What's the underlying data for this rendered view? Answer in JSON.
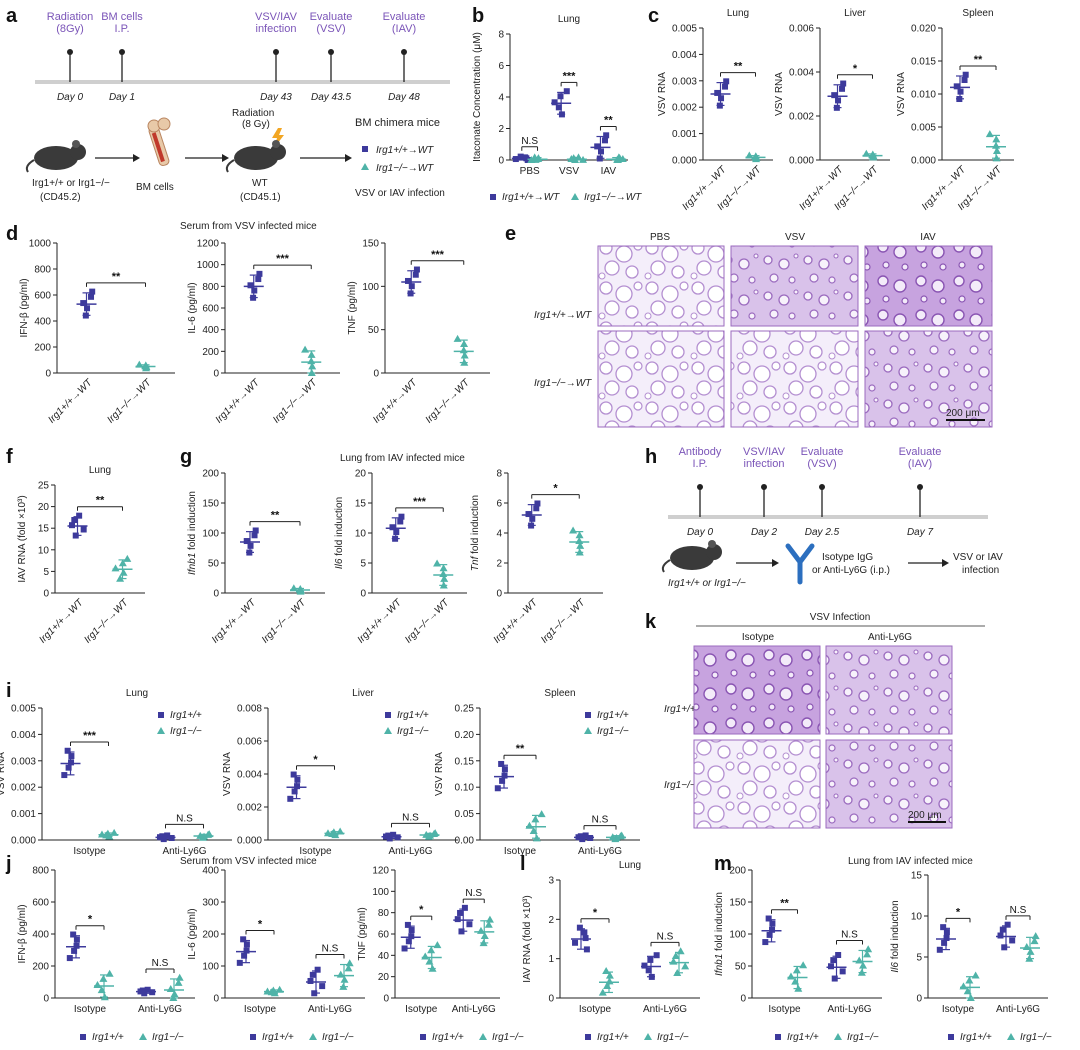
{
  "colors": {
    "wt": "#3d3a9c",
    "ko": "#4fb3a8",
    "timeline": "#7b55b8",
    "tissue": "#9b6bbf"
  },
  "legend": {
    "wt": "Irg1+/+→WT",
    "ko": "Irg1−/−→WT",
    "wt_plain": "Irg1+/+",
    "ko_plain": "Irg1−/−"
  },
  "panel_a": {
    "events": [
      {
        "label": "Radiation\n(8Gy)",
        "day": "Day 0"
      },
      {
        "label": "BM cells\nI.P.",
        "day": "Day 1"
      },
      {
        "label": "VSV/IAV\ninfection",
        "day": "Day 43"
      },
      {
        "label": "Evaluate\n(VSV)",
        "day": "Day 43.5"
      },
      {
        "label": "Evaluate\n(IAV)",
        "day": "Day 48"
      }
    ],
    "donor": "Irg1+/+ or Irg1−/−",
    "donor_cd": "(CD45.2)",
    "bm_cells": "BM cells",
    "radiation": "Radiation\n(8 Gy)",
    "recipient": "WT",
    "recipient_cd": "(CD45.1)",
    "chimera_title": "BM chimera mice",
    "chimera_wt": "Irg1+/+→WT",
    "chimera_ko": "Irg1−/−→WT",
    "infection": "VSV or IAV infection"
  },
  "panel_e": {
    "columns": [
      "PBS",
      "VSV",
      "IAV"
    ],
    "rows": [
      "Irg1+/+→WT",
      "Irg1−/−→WT"
    ],
    "scale_bar": "200 μm"
  },
  "panel_h": {
    "events": [
      {
        "label": "Antibody\nI.P.",
        "day": "Day 0"
      },
      {
        "label": "VSV/IAV\ninfection",
        "day": "Day 2"
      },
      {
        "label": "Evaluate\n(VSV)",
        "day": "Day 2.5"
      },
      {
        "label": "Evaluate\n(IAV)",
        "day": "Day 7"
      }
    ],
    "mouse": "Irg1+/+ or Irg1−/−",
    "antibody": "Isotype IgG\nor Anti-Ly6G (i.p.)",
    "infection": "VSV or IAV\ninfection"
  },
  "panel_k": {
    "title": "VSV Infection",
    "columns": [
      "Isotype",
      "Anti-Ly6G"
    ],
    "rows": [
      "Irg1+/+",
      "Irg1−/−"
    ],
    "scale_bar": "200 μm"
  },
  "group_titles": {
    "d": "Serum from VSV infected mice",
    "g": "Lung from IAV infected mice",
    "j": "Serum from VSV infected mice",
    "m": "Lung from IAV infected mice"
  },
  "chart_data": [
    {
      "id": "b",
      "type": "scatter",
      "title": "Lung",
      "ylabel": "Itaconate Concentration (μM)",
      "ylim": [
        0,
        8
      ],
      "yticks": [
        0,
        2,
        4,
        6,
        8
      ],
      "categories": [
        "PBS",
        "VSV",
        "IAV"
      ],
      "series": [
        {
          "name": "Irg1+/+→WT",
          "values": [
            0.1,
            3.6,
            0.8
          ]
        },
        {
          "name": "Irg1−/−→WT",
          "values": [
            0.05,
            0.05,
            0.05
          ]
        }
      ],
      "sig": [
        "N.S",
        "***",
        "**"
      ]
    },
    {
      "id": "c1",
      "type": "scatter",
      "title": "Lung",
      "ylabel": "VSV RNA",
      "ylim": [
        0,
        0.005
      ],
      "yticks": [
        0,
        0.001,
        0.002,
        0.003,
        0.004,
        0.005
      ],
      "yticklabels": [
        "0.000",
        "0.001",
        "0.002",
        "0.003",
        "0.004",
        "0.005"
      ],
      "categories": [
        "Irg1+/+→WT",
        "Irg1−/−→WT"
      ],
      "means": [
        0.0025,
        0.0001
      ],
      "sig": [
        "**"
      ]
    },
    {
      "id": "c2",
      "type": "scatter",
      "title": "Liver",
      "ylabel": "VSV RNA",
      "ylim": [
        0,
        0.006
      ],
      "yticks": [
        0,
        0.002,
        0.004,
        0.006
      ],
      "yticklabels": [
        "0.000",
        "0.002",
        "0.004",
        "0.006"
      ],
      "categories": [
        "Irg1+/+→WT",
        "Irg1−/−→WT"
      ],
      "means": [
        0.0029,
        0.0002
      ],
      "sig": [
        "*"
      ]
    },
    {
      "id": "c3",
      "type": "scatter",
      "title": "Spleen",
      "ylabel": "VSV RNA",
      "ylim": [
        0,
        0.02
      ],
      "yticks": [
        0,
        0.005,
        0.01,
        0.015,
        0.02
      ],
      "yticklabels": [
        "0.000",
        "0.005",
        "0.010",
        "0.015",
        "0.020"
      ],
      "categories": [
        "Irg1+/+→WT",
        "Irg1−/−→WT"
      ],
      "means": [
        0.011,
        0.002
      ],
      "sig": [
        "**"
      ]
    },
    {
      "id": "d1",
      "type": "scatter",
      "ylabel": "IFN-β (pg/ml)",
      "ylim": [
        0,
        1000
      ],
      "yticks": [
        0,
        200,
        400,
        600,
        800,
        1000
      ],
      "categories": [
        "Irg1+/+→WT",
        "Irg1−/−→WT"
      ],
      "means": [
        530,
        50
      ],
      "sig": [
        "**"
      ]
    },
    {
      "id": "d2",
      "type": "scatter",
      "ylabel": "IL-6 (pg/ml)",
      "ylim": [
        0,
        1200
      ],
      "yticks": [
        0,
        200,
        400,
        600,
        800,
        1000,
        1200
      ],
      "categories": [
        "Irg1+/+→WT",
        "Irg1−/−→WT"
      ],
      "means": [
        800,
        100
      ],
      "sig": [
        "***"
      ]
    },
    {
      "id": "d3",
      "type": "scatter",
      "ylabel": "TNF (pg/ml)",
      "ylim": [
        0,
        150
      ],
      "yticks": [
        0,
        50,
        100,
        150
      ],
      "categories": [
        "Irg1+/+→WT",
        "Irg1−/−→WT"
      ],
      "means": [
        105,
        25
      ],
      "sig": [
        "***"
      ]
    },
    {
      "id": "f",
      "type": "scatter",
      "title": "Lung",
      "ylabel": "IAV RNA (fold ×10³)",
      "ylim": [
        0,
        25
      ],
      "yticks": [
        0,
        5,
        10,
        15,
        20,
        25
      ],
      "categories": [
        "Irg1+/+→WT",
        "Irg1−/−→WT"
      ],
      "means": [
        15.5,
        5.5
      ],
      "sig": [
        "**"
      ]
    },
    {
      "id": "g1",
      "type": "scatter",
      "ylabel": "Ifnb1 fold induction",
      "ylim": [
        0,
        200
      ],
      "yticks": [
        0,
        50,
        100,
        150,
        200
      ],
      "categories": [
        "Irg1+/+→WT",
        "Irg1−/−→WT"
      ],
      "means": [
        85,
        5
      ],
      "sig": [
        "**"
      ]
    },
    {
      "id": "g2",
      "type": "scatter",
      "ylabel": "Il6 fold induction",
      "ylim": [
        0,
        20
      ],
      "yticks": [
        0,
        5,
        10,
        15,
        20
      ],
      "categories": [
        "Irg1+/+→WT",
        "Irg1−/−→WT"
      ],
      "means": [
        10.8,
        3
      ],
      "sig": [
        "***"
      ]
    },
    {
      "id": "g3",
      "type": "scatter",
      "ylabel": "Tnf fold induction",
      "ylim": [
        0,
        8
      ],
      "yticks": [
        0,
        2,
        4,
        6,
        8
      ],
      "categories": [
        "Irg1+/+→WT",
        "Irg1−/−→WT"
      ],
      "means": [
        5.2,
        3.4
      ],
      "sig": [
        "*"
      ]
    },
    {
      "id": "i1",
      "type": "scatter",
      "title": "Lung",
      "ylabel": "VSV RNA",
      "ylim": [
        0,
        0.005
      ],
      "yticks": [
        0,
        0.001,
        0.002,
        0.003,
        0.004,
        0.005
      ],
      "yticklabels": [
        "0.000",
        "0.001",
        "0.002",
        "0.003",
        "0.004",
        "0.005"
      ],
      "categories": [
        "Isotype",
        "Anti-Ly6G"
      ],
      "series": [
        {
          "name": "Irg1+/+",
          "values": [
            0.0029,
            0.0001
          ]
        },
        {
          "name": "Irg1−/−",
          "values": [
            0.0002,
            0.00015
          ]
        }
      ],
      "sig": [
        "***",
        "N.S"
      ]
    },
    {
      "id": "i2",
      "type": "scatter",
      "title": "Liver",
      "ylabel": "VSV RNA",
      "ylim": [
        0,
        0.008
      ],
      "yticks": [
        0,
        0.002,
        0.004,
        0.006,
        0.008
      ],
      "yticklabels": [
        "0.000",
        "0.002",
        "0.004",
        "0.006",
        "0.008"
      ],
      "categories": [
        "Isotype",
        "Anti-Ly6G"
      ],
      "series": [
        {
          "name": "Irg1+/+",
          "values": [
            0.0032,
            0.0002
          ]
        },
        {
          "name": "Irg1−/−",
          "values": [
            0.0004,
            0.0003
          ]
        }
      ],
      "sig": [
        "*",
        "N.S"
      ]
    },
    {
      "id": "i3",
      "type": "scatter",
      "title": "Spleen",
      "ylabel": "VSV RNA",
      "ylim": [
        0,
        0.25
      ],
      "yticks": [
        0,
        0.05,
        0.1,
        0.15,
        0.2,
        0.25
      ],
      "yticklabels": [
        "0.00",
        "0.05",
        "0.10",
        "0.15",
        "0.20",
        "0.25"
      ],
      "categories": [
        "Isotype",
        "Anti-Ly6G"
      ],
      "series": [
        {
          "name": "Irg1+/+",
          "values": [
            0.12,
            0.005
          ]
        },
        {
          "name": "Irg1−/−",
          "values": [
            0.025,
            0.005
          ]
        }
      ],
      "sig": [
        "**",
        "N.S"
      ]
    },
    {
      "id": "j1",
      "type": "scatter",
      "ylabel": "IFN-β (pg/ml)",
      "ylim": [
        0,
        800
      ],
      "yticks": [
        0,
        200,
        400,
        600,
        800
      ],
      "categories": [
        "Isotype",
        "Anti-Ly6G"
      ],
      "series": [
        {
          "name": "Irg1+/+",
          "values": [
            320,
            40
          ]
        },
        {
          "name": "Irg1−/−",
          "values": [
            75,
            50
          ]
        }
      ],
      "sig": [
        "*",
        "N.S"
      ]
    },
    {
      "id": "j2",
      "type": "scatter",
      "ylabel": "IL-6 (pg/ml)",
      "ylim": [
        0,
        400
      ],
      "yticks": [
        0,
        100,
        200,
        300,
        400
      ],
      "categories": [
        "Isotype",
        "Anti-Ly6G"
      ],
      "series": [
        {
          "name": "Irg1+/+",
          "values": [
            145,
            50
          ]
        },
        {
          "name": "Irg1−/−",
          "values": [
            20,
            70
          ]
        }
      ],
      "sig": [
        "*",
        "N.S"
      ]
    },
    {
      "id": "j3",
      "type": "scatter",
      "ylabel": "TNF (pg/ml)",
      "ylim": [
        0,
        120
      ],
      "yticks": [
        0,
        20,
        40,
        60,
        80,
        100,
        120
      ],
      "categories": [
        "Isotype",
        "Anti-Ly6G"
      ],
      "series": [
        {
          "name": "Irg1+/+",
          "values": [
            57,
            73
          ]
        },
        {
          "name": "Irg1−/−",
          "values": [
            38,
            62
          ]
        }
      ],
      "sig": [
        "*",
        "N.S"
      ]
    },
    {
      "id": "l",
      "type": "scatter",
      "title": "Lung",
      "ylabel": "IAV RNA (fold ×10³)",
      "ylim": [
        0,
        3
      ],
      "yticks": [
        0,
        1,
        2,
        3
      ],
      "categories": [
        "Isotype",
        "Anti-Ly6G"
      ],
      "series": [
        {
          "name": "Irg1+/+",
          "values": [
            1.5,
            0.8
          ]
        },
        {
          "name": "Irg1−/−",
          "values": [
            0.4,
            0.9
          ]
        }
      ],
      "sig": [
        "*",
        "N.S"
      ]
    },
    {
      "id": "m1",
      "type": "scatter",
      "ylabel": "Ifnb1 fold induction",
      "ylim": [
        0,
        200
      ],
      "yticks": [
        0,
        50,
        100,
        150,
        200
      ],
      "categories": [
        "Isotype",
        "Anti-Ly6G"
      ],
      "series": [
        {
          "name": "Irg1+/+",
          "values": [
            105,
            48
          ]
        },
        {
          "name": "Irg1−/−",
          "values": [
            32,
            57
          ]
        }
      ],
      "sig": [
        "**",
        "N.S"
      ]
    },
    {
      "id": "m2",
      "type": "scatter",
      "ylabel": "Il6 fold induction",
      "ylim": [
        0,
        15
      ],
      "yticks": [
        0,
        5,
        10,
        15
      ],
      "categories": [
        "Isotype",
        "Anti-Ly6G"
      ],
      "series": [
        {
          "name": "Irg1+/+",
          "values": [
            7.2,
            7.5
          ]
        },
        {
          "name": "Irg1−/−",
          "values": [
            1.3,
            6.1
          ]
        }
      ],
      "sig": [
        "*",
        "N.S"
      ]
    }
  ]
}
